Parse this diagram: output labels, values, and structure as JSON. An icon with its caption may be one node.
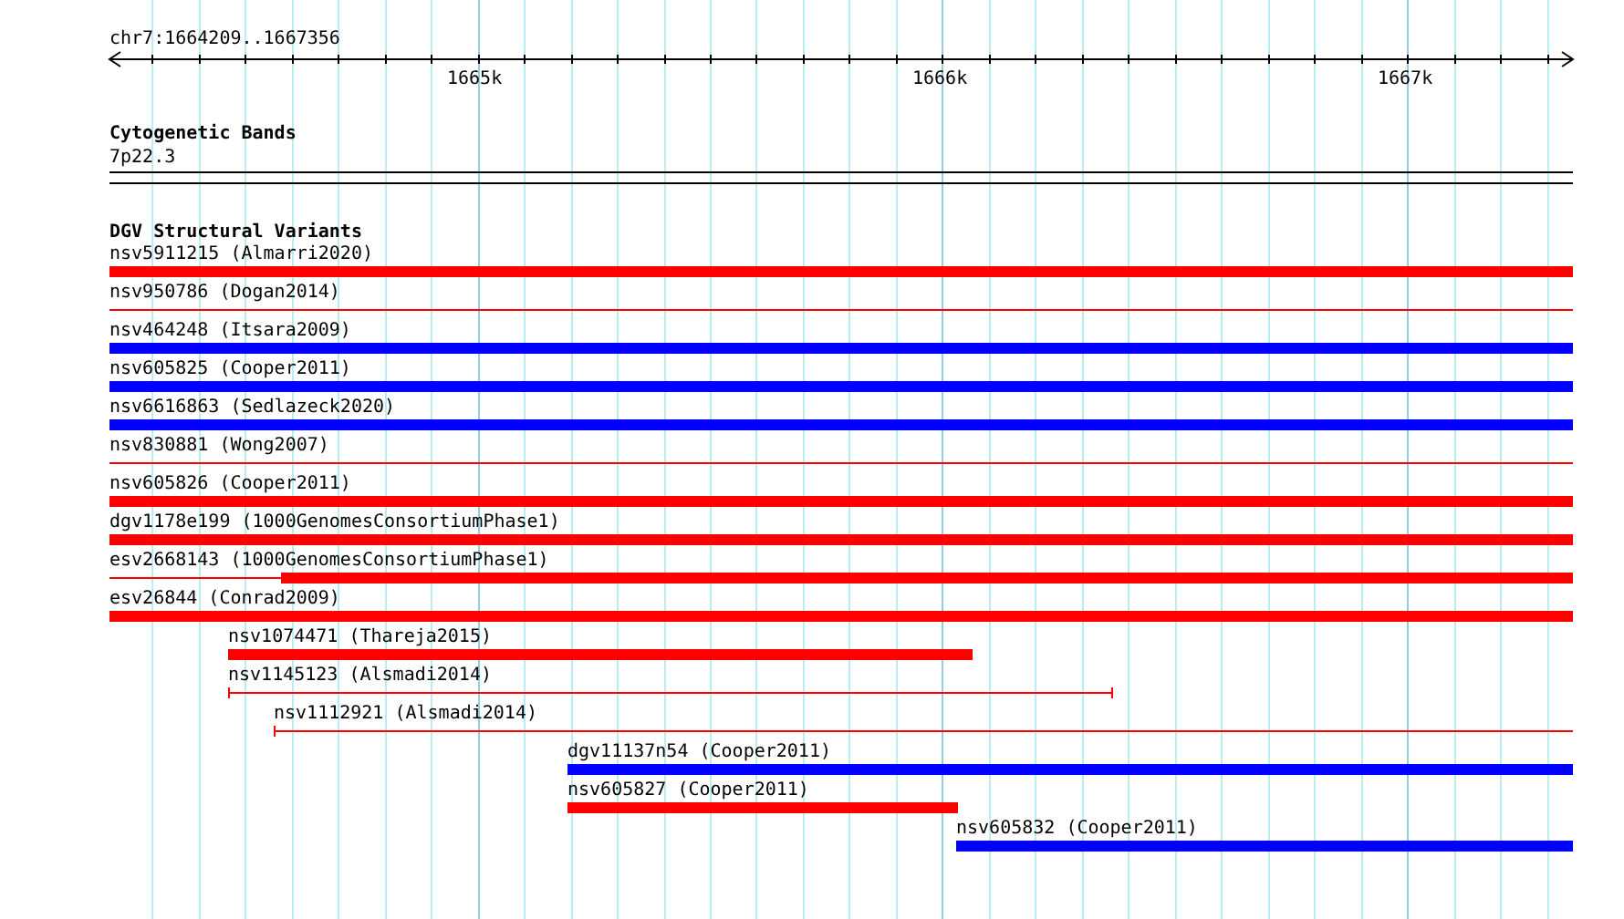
{
  "diagram": {
    "labels": [
      "chr7:1664209..1667356",
      "1665k",
      "1666k",
      "1667k",
      "Cytogenetic Bands",
      "7p22.3",
      "DGV Structural Variants",
      "nsv5911215 (Almarri2020)",
      "nsv950786 (Dogan2014)",
      "nsv464248 (Itsara2009)",
      "nsv605825 (Cooper2011)",
      "nsv6616863 (Sedlazeck2020)",
      "nsv830881 (Wong2007)",
      "nsv605826 (Cooper2011)",
      "dgv1178e199 (1000GenomesConsortiumPhase1)",
      "esv2668143 (1000GenomesConsortiumPhase1)",
      "esv26844 (Conrad2009)",
      "nsv1074471 (Thareja2015)",
      "nsv1145123 (Alsmadi2014)",
      "nsv1112921 (Alsmadi2014)",
      "dgv11137n54 (Cooper2011)",
      "nsv605827 (Cooper2011)",
      "nsv605832 (Cooper2011)"
    ]
  }
}
